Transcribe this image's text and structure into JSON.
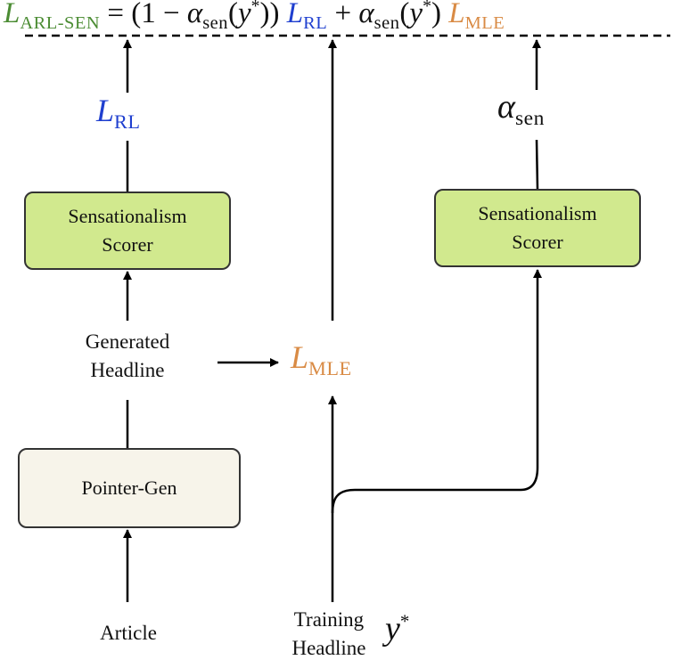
{
  "equation": {
    "lhs": "L",
    "lhs_sub": "ARL-SEN",
    "eq": " = (1 − ",
    "alpha1": "α",
    "alpha1_sub": "sen",
    "paren1": "(",
    "y1": "y",
    "star1": "*",
    "paren1_close": "))",
    "l_rl": "L",
    "l_rl_sub": "RL",
    "plus": " + ",
    "alpha2": "α",
    "alpha2_sub": "sen",
    "paren2": "(",
    "y2": "y",
    "star2": "*",
    "paren2_close": ")",
    "l_mle": "L",
    "l_mle_sub": "MLE"
  },
  "labels": {
    "l_rl_main": "L",
    "l_rl_main_sub": "RL",
    "alpha_sen": "α",
    "alpha_sen_sub": "sen",
    "l_mle_main": "L",
    "l_mle_main_sub": "MLE",
    "generated_headline_line1": "Generated",
    "generated_headline_line2": "Headline",
    "article": "Article",
    "training_headline_line1": "Training",
    "training_headline_line2": "Headline",
    "y_star": "y",
    "y_star_sup": "*"
  },
  "boxes": {
    "scorer_left_line1": "Sensationalism",
    "scorer_left_line2": "Scorer",
    "scorer_right_line1": "Sensationalism",
    "scorer_right_line2": "Scorer",
    "pointer_gen": "Pointer-Gen"
  },
  "colors": {
    "green_box": "#d1e98e",
    "cream_box": "#f7f4ea",
    "blue_text": "#1f3fcf",
    "orange_text": "#d98b45",
    "green_text": "#4b8c33"
  }
}
